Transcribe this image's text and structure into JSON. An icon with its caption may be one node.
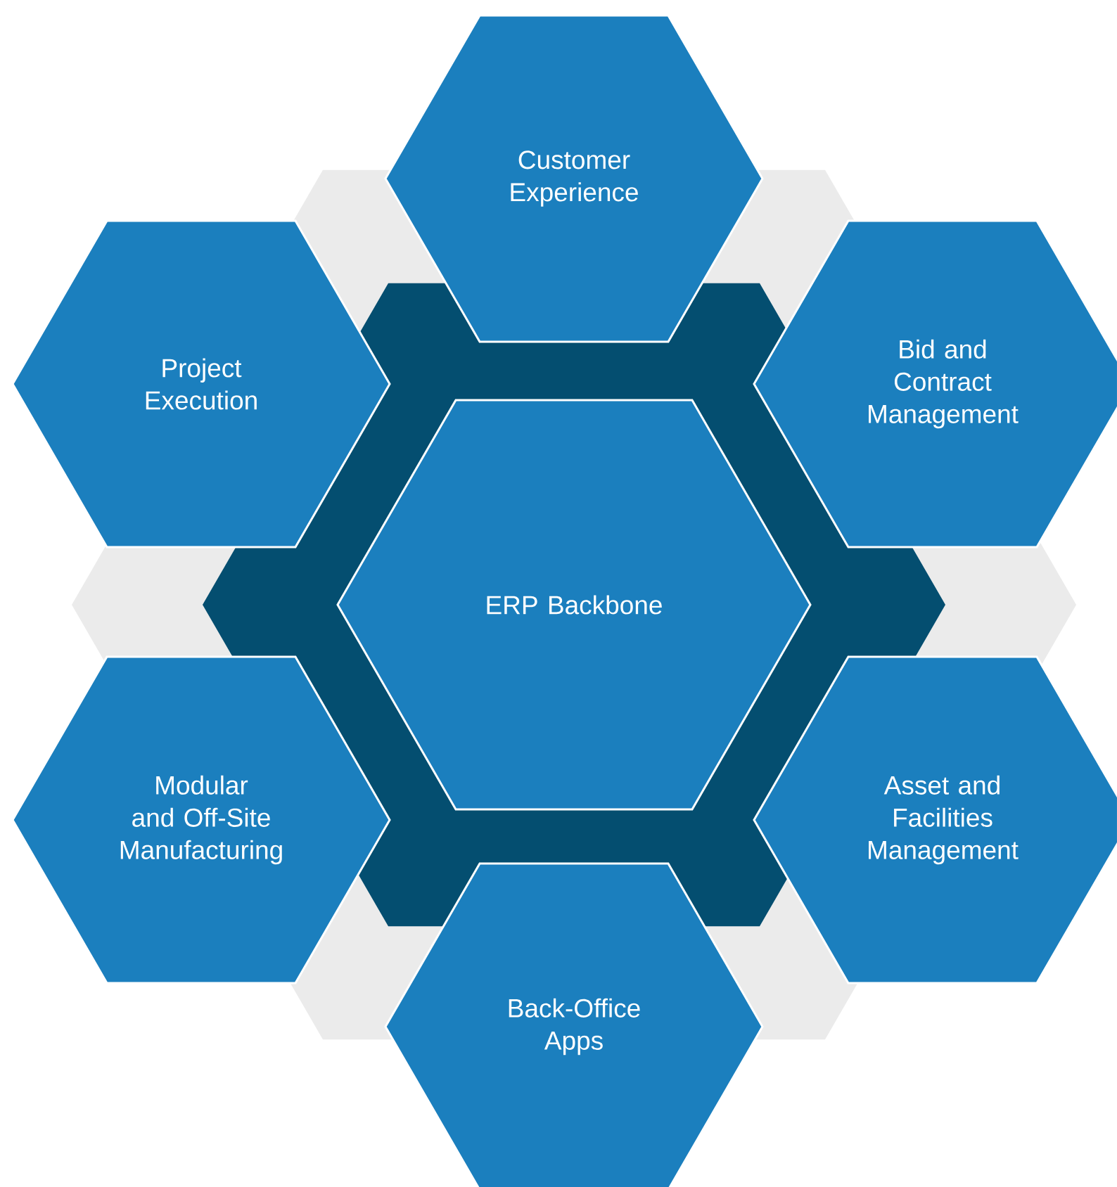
{
  "diagram": {
    "nodes": [
      {
        "text": [
          "Customer Experience"
        ]
      },
      {
        "text": [
          "Project Execution"
        ]
      },
      {
        "text": [
          "Bid and Contract Management"
        ]
      },
      {
        "text": [
          "ERP Backbone"
        ]
      },
      {
        "text": [
          "Modular and Off-Site Manufacturing"
        ]
      },
      {
        "text": [
          "Asset and Facilities Management"
        ]
      },
      {
        "text": [
          "Back-Office Apps"
        ]
      }
    ]
  }
}
